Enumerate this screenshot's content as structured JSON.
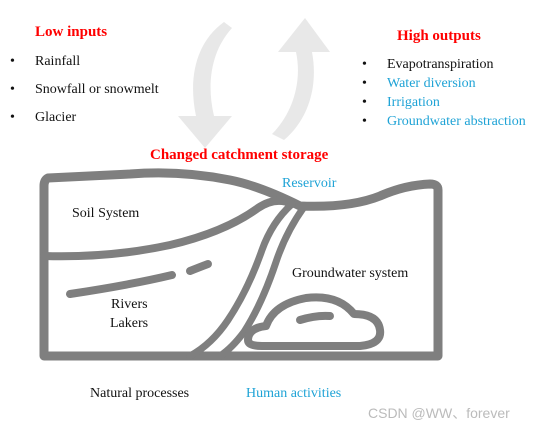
{
  "colors": {
    "heading": "#ff0000",
    "human": "#1fa3d6",
    "outline": "#7f7f7f",
    "arrow": "#e8e8e8"
  },
  "low_inputs": {
    "title": "Low inputs",
    "items": [
      "Rainfall",
      "Snowfall  or snowmelt",
      "Glacier"
    ]
  },
  "high_outputs": {
    "title": "High outputs",
    "items": [
      {
        "label": "Evapotranspiration",
        "kind": "natural"
      },
      {
        "label": "Water diversion",
        "kind": "human"
      },
      {
        "label": "Irrigation",
        "kind": "human"
      },
      {
        "label": "Groundwater abstraction",
        "kind": "human"
      }
    ]
  },
  "storage_title": "Changed catchment storage",
  "labels": {
    "reservoir": "Reservoir",
    "soil_system": "Soil System",
    "groundwater_system": "Groundwater system",
    "rivers": "Rivers",
    "lakers": "Lakers"
  },
  "legend": {
    "natural": "Natural  processes",
    "human": "Human activities"
  },
  "watermark": "CSDN @WW、forever",
  "bullet": "•",
  "icons": [
    "down-arrow-icon",
    "up-arrow-icon"
  ]
}
